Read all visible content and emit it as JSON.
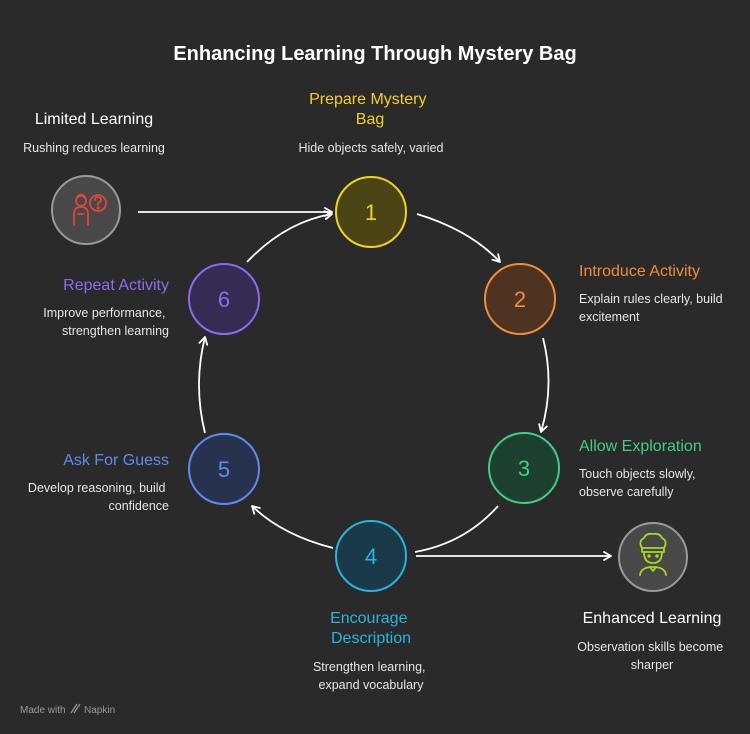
{
  "title": "Enhancing Learning Through Mystery Bag",
  "steps": [
    {
      "num": "1",
      "title_lines": [
        "Prepare Mystery",
        "Bag"
      ],
      "desc_lines": [
        "Hide objects safely, varied"
      ],
      "color": "#f2d31b",
      "fill": "#4b4515"
    },
    {
      "num": "2",
      "title_lines": [
        "Introduce Activity"
      ],
      "desc_lines": [
        "Explain rules clearly, build",
        "excitement"
      ],
      "color": "#f28c38",
      "fill": "#4d3320"
    },
    {
      "num": "3",
      "title_lines": [
        "Allow Exploration"
      ],
      "desc_lines": [
        "Touch objects slowly,",
        "observe carefully"
      ],
      "color": "#3ecf82",
      "fill": "#1d4030"
    },
    {
      "num": "4",
      "title_lines": [
        "Encourage",
        "Description"
      ],
      "desc_lines": [
        "Strengthen learning,",
        "expand vocabulary"
      ],
      "color": "#22b6e0",
      "fill": "#1a3a4a"
    },
    {
      "num": "5",
      "title_lines": [
        "Ask For Guess"
      ],
      "desc_lines": [
        "Develop reasoning, build",
        "confidence"
      ],
      "color": "#5c8cf2",
      "fill": "#27334e"
    },
    {
      "num": "6",
      "title_lines": [
        "Repeat Activity"
      ],
      "desc_lines": [
        "Improve performance,",
        "strengthen learning"
      ],
      "color": "#8a6cf2",
      "fill": "#342c52"
    }
  ],
  "start": {
    "title": "Limited Learning",
    "desc": "Rushing reduces learning",
    "icon": "confused-person-icon",
    "color": "#e0453b"
  },
  "end": {
    "title": "Enhanced Learning",
    "desc_lines": [
      "Observation skills become",
      "sharper"
    ],
    "icon": "chef-person-icon",
    "color": "#a8d820"
  },
  "footer": {
    "made_with": "Made with",
    "brand": "Napkin"
  }
}
